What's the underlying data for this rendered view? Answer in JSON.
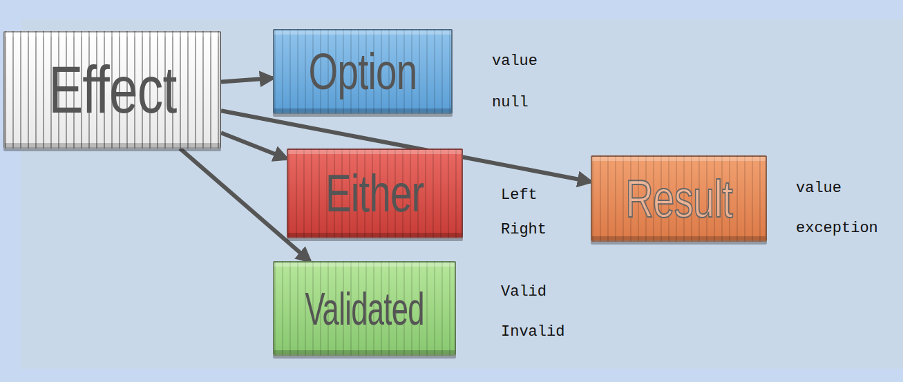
{
  "diagram": {
    "nodes": [
      {
        "text": [
          "Effect"
        ]
      },
      {
        "text": [
          "Option"
        ]
      },
      {
        "text": [
          "Either"
        ]
      },
      {
        "text": [
          "Result"
        ]
      },
      {
        "text": [
          "Validated"
        ]
      }
    ],
    "edges": [
      {
        "from": 0,
        "to": 1,
        "arrow": "to"
      },
      {
        "from": 0,
        "to": 2,
        "arrow": "to"
      },
      {
        "from": 0,
        "to": 3,
        "arrow": "to"
      },
      {
        "from": 0,
        "to": 4,
        "arrow": "to"
      }
    ],
    "labels": [
      "value",
      "null",
      "Left",
      "Right",
      "value",
      "exception",
      "Valid",
      "Invalid"
    ]
  }
}
